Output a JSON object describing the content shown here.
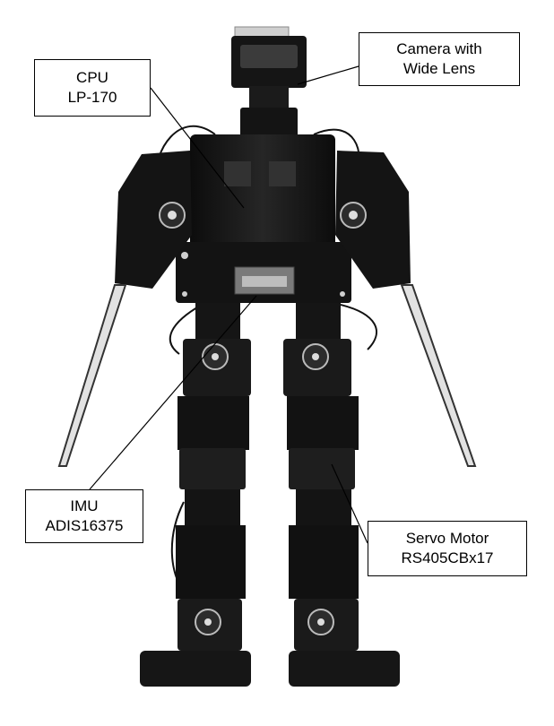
{
  "colors": {
    "background": "#ffffff",
    "robot_body": "#141414",
    "robot_highlight": "#3a3a3a",
    "metal": "#c8c8c8",
    "line": "#000000"
  },
  "callouts": {
    "cpu": {
      "line1": "CPU",
      "line2": "LP-170"
    },
    "camera": {
      "line1": "Camera with",
      "line2": "Wide Lens"
    },
    "imu": {
      "line1": "IMU",
      "line2": "ADIS16375"
    },
    "servo": {
      "line1": "Servo Motor",
      "line2": "RS405CBx17"
    }
  }
}
